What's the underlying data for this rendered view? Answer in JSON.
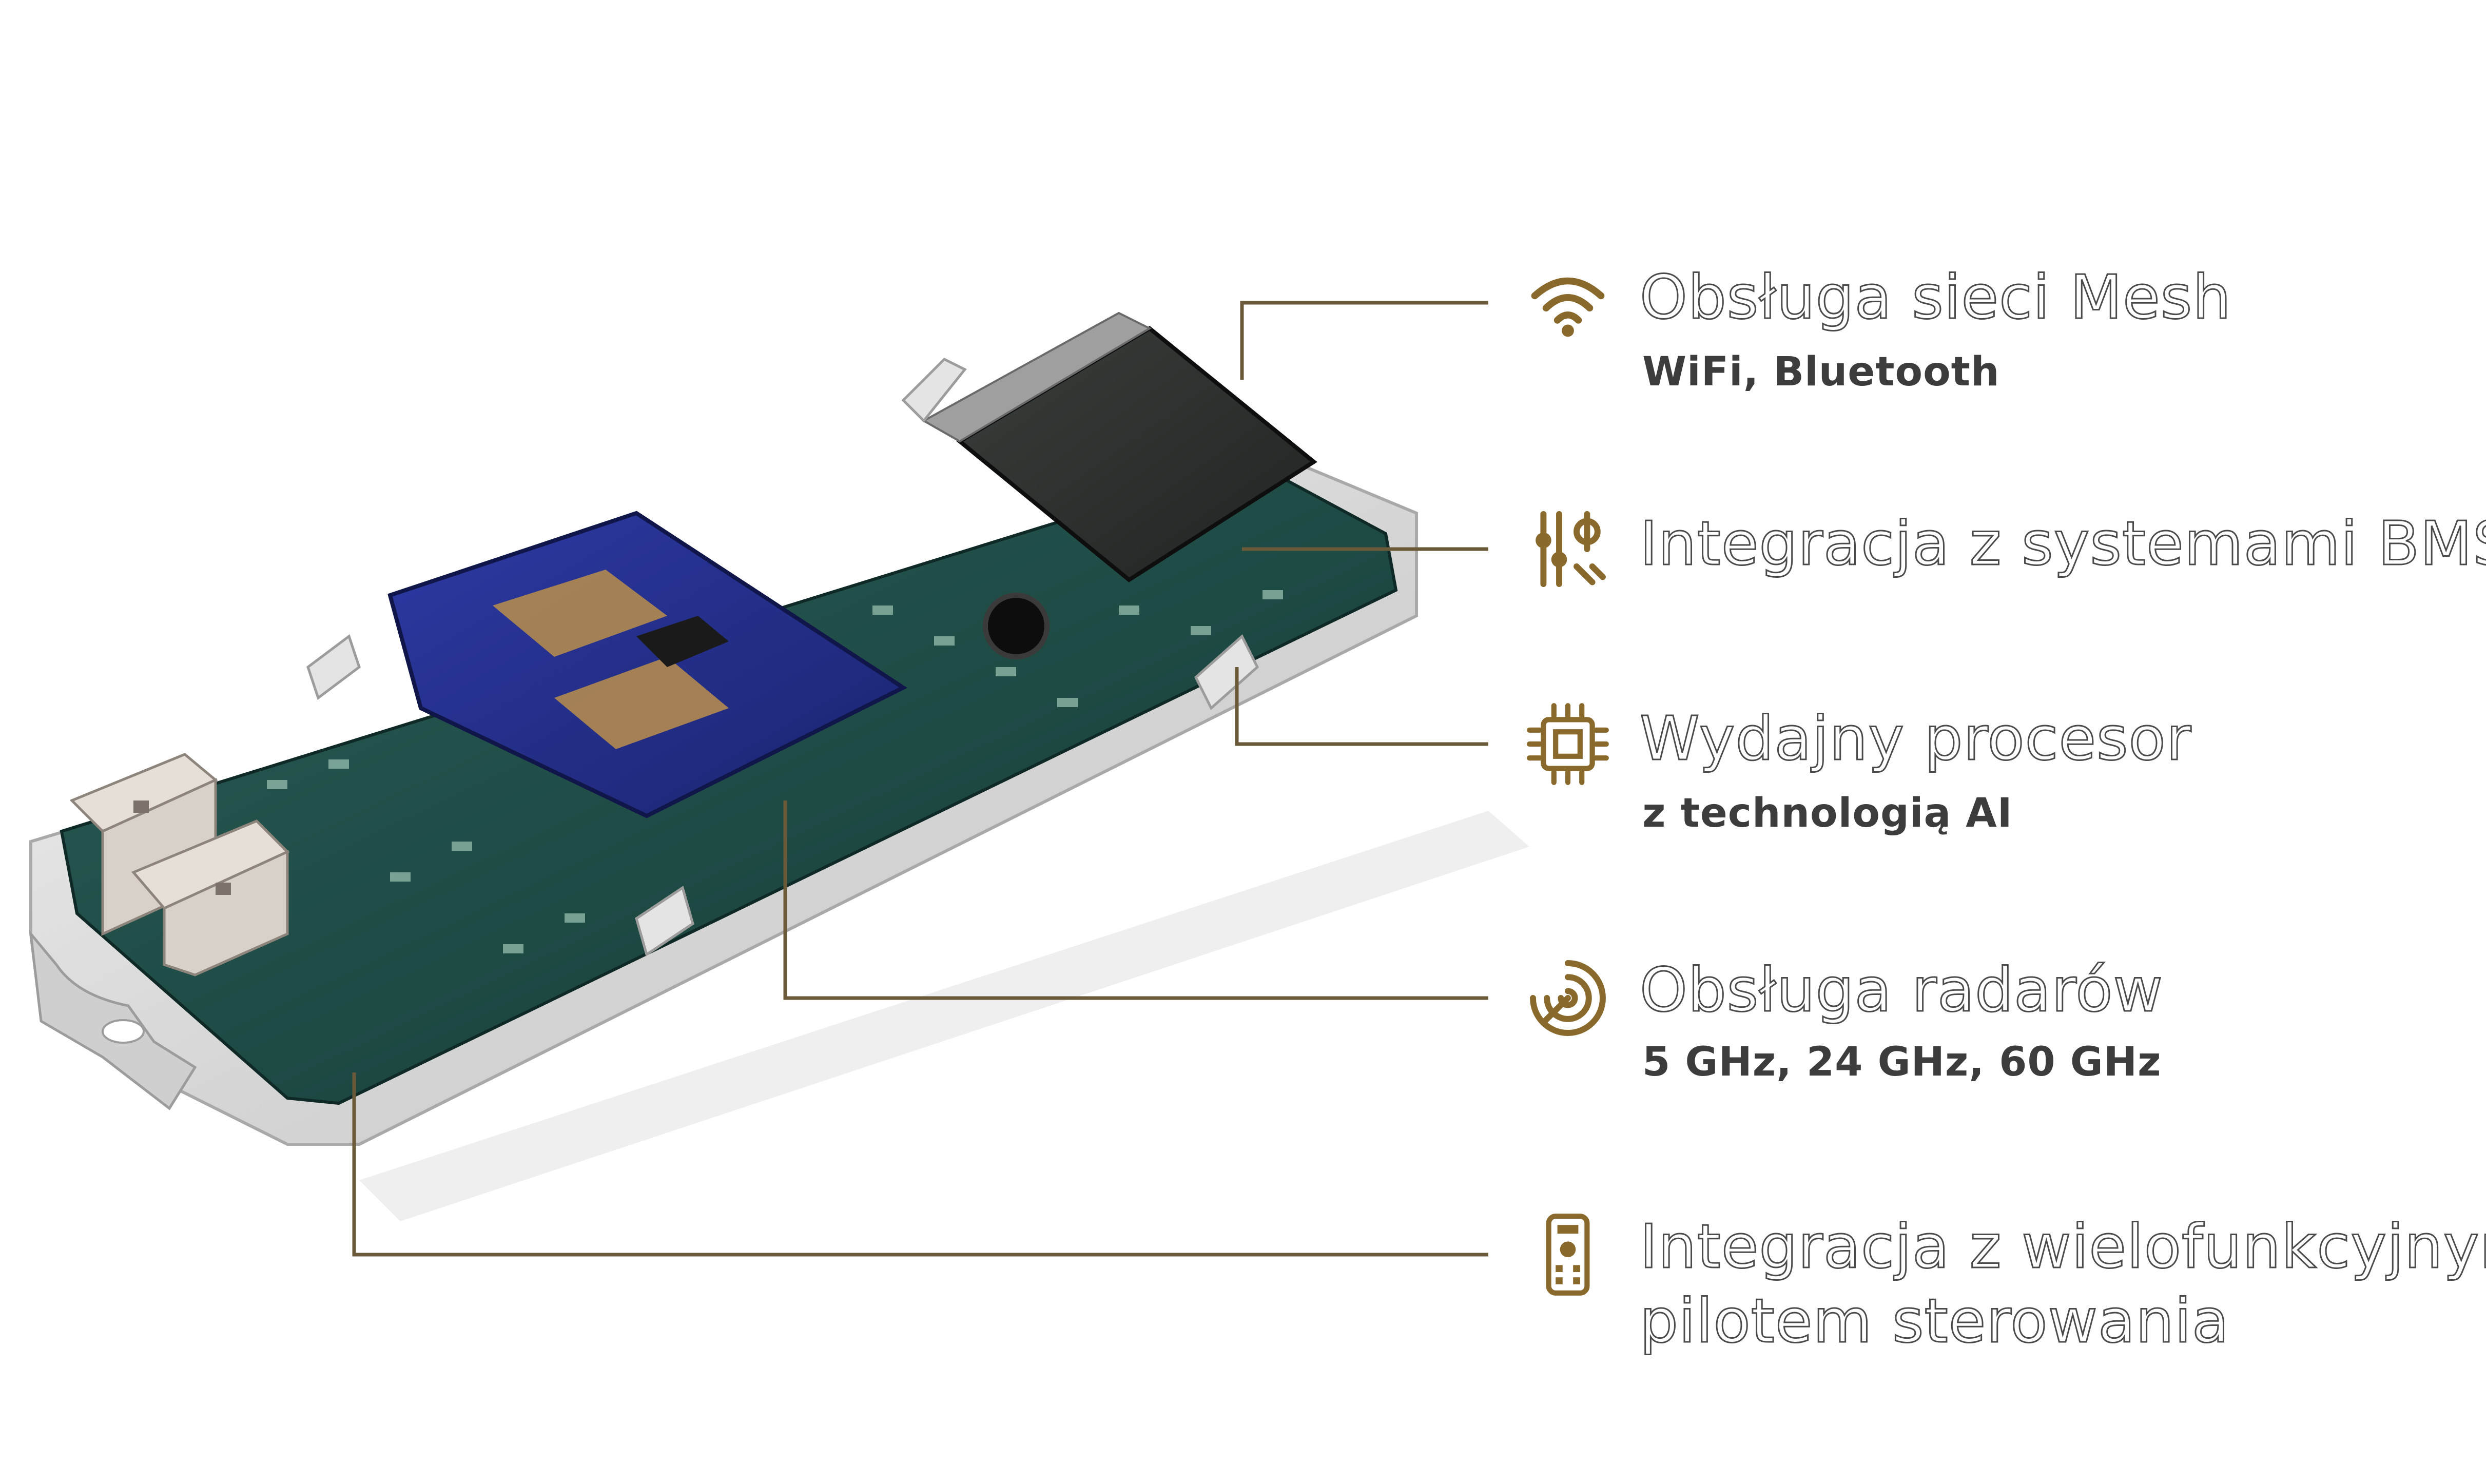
{
  "features": [
    {
      "title": "Obsługa sieci Mesh",
      "subtitle": "WiFi, Bluetooth",
      "icon": "wifi-icon"
    },
    {
      "title": "Integracja z systemami BMS",
      "subtitle": "",
      "icon": "settings-sliders-icon"
    },
    {
      "title": "Wydajny procesor",
      "subtitle": "z technologią AI",
      "icon": "processor-chip-icon"
    },
    {
      "title": "Obsługa radarów",
      "subtitle": "5 GHz, 24 GHz, 60 GHz",
      "icon": "radar-icon"
    },
    {
      "title": "Integracja z wielofunkcyjnym",
      "title_line2": "pilotem sterowania",
      "subtitle": "",
      "icon": "remote-control-icon"
    }
  ],
  "colors": {
    "accent": "#8a6a2c",
    "line": "#6b5a3a",
    "pcb_green": "#1f4b45",
    "pcb_blue": "#232f8a",
    "housing": "#dcdcdc"
  }
}
